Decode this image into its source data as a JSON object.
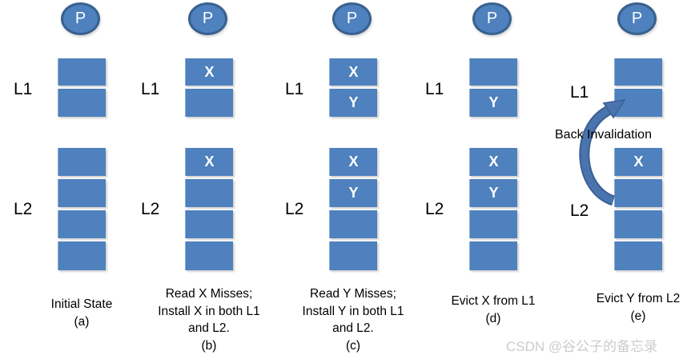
{
  "labels": {
    "l1": "L1",
    "l2": "L2"
  },
  "processor_label": "P",
  "back_invalidation_label": "Back Invalidation",
  "watermark": "CSDN @谷公子的备忘录",
  "colors": {
    "cell_fill": "#4e81bd",
    "node_border": "#38618f",
    "arrow_fill": "#4a74ae",
    "arrow_dark": "#3a5f94",
    "watermark": "#cbcbcb",
    "text": "#000000",
    "cell_text": "#ffffff"
  },
  "columns": [
    {
      "id": "a",
      "l1_cells": [
        "",
        ""
      ],
      "l2_cells": [
        "",
        "",
        "",
        ""
      ],
      "caption": "Initial State\n(a)"
    },
    {
      "id": "b",
      "l1_cells": [
        "X",
        ""
      ],
      "l2_cells": [
        "X",
        "",
        "",
        ""
      ],
      "caption": "Read X Misses;\nInstall X in both L1\nand L2.\n(b)"
    },
    {
      "id": "c",
      "l1_cells": [
        "X",
        "Y"
      ],
      "l2_cells": [
        "X",
        "Y",
        "",
        ""
      ],
      "caption": "Read Y Misses;\nInstall Y in both L1\nand L2.\n(c)"
    },
    {
      "id": "d",
      "l1_cells": [
        "",
        "Y"
      ],
      "l2_cells": [
        "X",
        "Y",
        "",
        ""
      ],
      "caption": "Evict X from L1\n(d)"
    },
    {
      "id": "e",
      "l1_cells": [
        "",
        ""
      ],
      "l2_cells": [
        "X",
        "",
        "",
        ""
      ],
      "caption": "Evict Y from L2\n(e)"
    }
  ]
}
